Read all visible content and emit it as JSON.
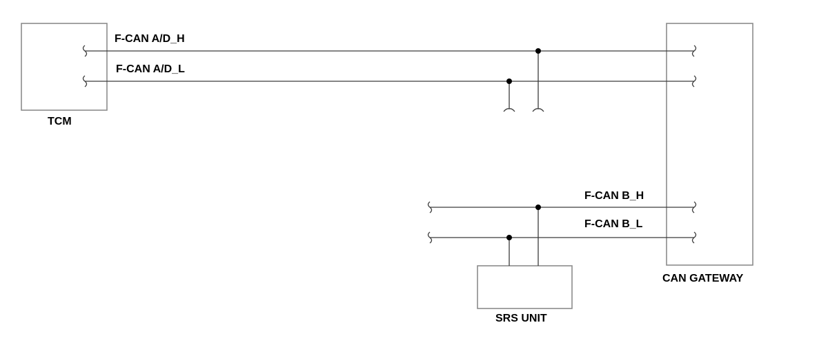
{
  "components": {
    "tcm": "TCM",
    "can_gateway": "CAN GATEWAY",
    "srs_unit": "SRS UNIT"
  },
  "signals": {
    "f_can_ad_h": "F-CAN A/D_H",
    "f_can_ad_l": "F-CAN A/D_L",
    "f_can_b_h": "F-CAN B_H",
    "f_can_b_l": "F-CAN B_L"
  },
  "colors": {
    "box_stroke": "#8c8c8c",
    "wire": "#3a3a3a",
    "junction": "#000000"
  }
}
